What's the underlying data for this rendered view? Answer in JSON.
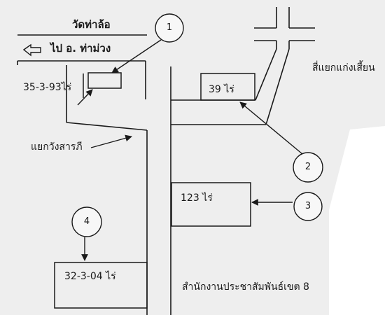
{
  "places": {
    "temple": "วัดท่าล้อ",
    "to_district": "ไป อ. ท่าม่วง",
    "four_way": "สี่แยกแก่งเสี้ยน",
    "junction": "แยกวังสารภี",
    "office": "สำนักงานประชาสัมพันธ์เขต 8"
  },
  "plots": [
    {
      "marker": "1",
      "area": "35-3-93ไร่"
    },
    {
      "marker": "2",
      "area": "39 ไร่"
    },
    {
      "marker": "3",
      "area": "123  ไร่"
    },
    {
      "marker": "4",
      "area": "32-3-04  ไร่"
    }
  ],
  "icons": {
    "direction_arrow": "left-arrow-icon"
  },
  "colors": {
    "line": "#1a1a1a",
    "paper": "#eeeeee",
    "white_patch": "#ffffff"
  }
}
